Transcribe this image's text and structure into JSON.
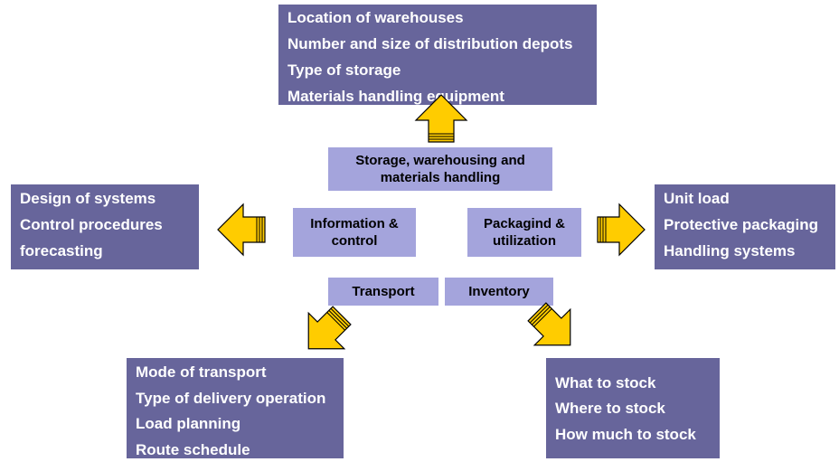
{
  "center": {
    "storage": [
      "Storage, warehousing and",
      "materials handling"
    ],
    "information": [
      "Information &",
      "control"
    ],
    "packaging": [
      "Packagind &",
      "utilization"
    ],
    "transport": "Transport",
    "inventory": "Inventory"
  },
  "outer": {
    "top": [
      "Location of warehouses",
      "Number and size of distribution depots",
      "Type of storage",
      "Materials handling equipment"
    ],
    "left": [
      "Design of systems",
      "Control procedures",
      "forecasting"
    ],
    "right": [
      "Unit load",
      "Protective packaging",
      "Handling systems"
    ],
    "bottom_left": [
      "Mode of transport",
      "Type of delivery operation",
      "Load planning",
      "Route schedule"
    ],
    "bottom_right": [
      "What to stock",
      "Where to stock",
      "How much to stock"
    ]
  },
  "colors": {
    "outer_box": "#67659b",
    "inner_box": "#a4a4dc",
    "arrow_fill": "#ffcc00",
    "arrow_stroke": "#000000"
  }
}
